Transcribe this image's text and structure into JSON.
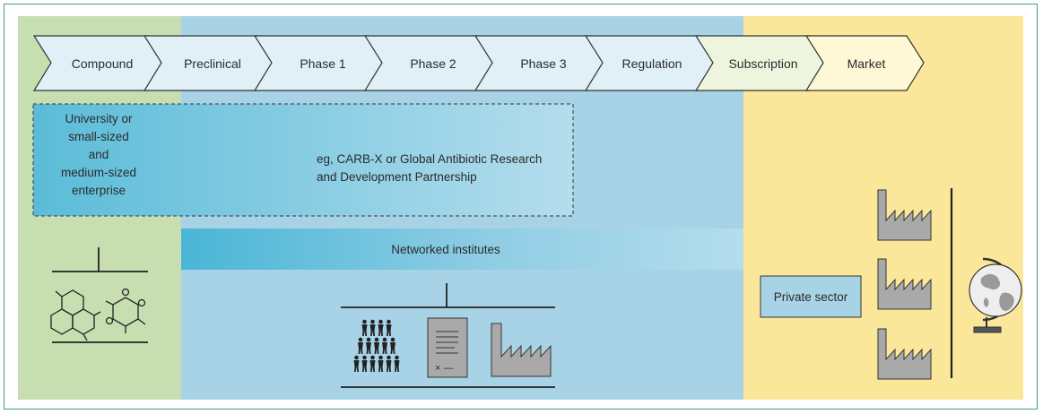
{
  "pipeline": {
    "stages": [
      {
        "label": "Compound"
      },
      {
        "label": "Preclinical"
      },
      {
        "label": "Phase 1"
      },
      {
        "label": "Phase 2"
      },
      {
        "label": "Phase 3"
      },
      {
        "label": "Regulation"
      },
      {
        "label": "Subscription"
      },
      {
        "label": "Market"
      }
    ]
  },
  "university": {
    "lines": [
      "University or",
      "small-sized",
      "and",
      "medium-sized",
      "enterprise"
    ]
  },
  "partnership": {
    "lines": [
      "eg, CARB-X or Global Antibiotic Research",
      "and Development Partnership"
    ]
  },
  "networked": {
    "label": "Networked institutes"
  },
  "private": {
    "label": "Private sector"
  },
  "document_icon": {
    "mark": "× —"
  },
  "colors": {
    "green_zone": "#c7dfb0",
    "blue_zone": "#a8d3e6",
    "yellow_zone": "#fbe79a",
    "frame": "#3f9d86",
    "icon_gray": "#a9a9a9"
  }
}
